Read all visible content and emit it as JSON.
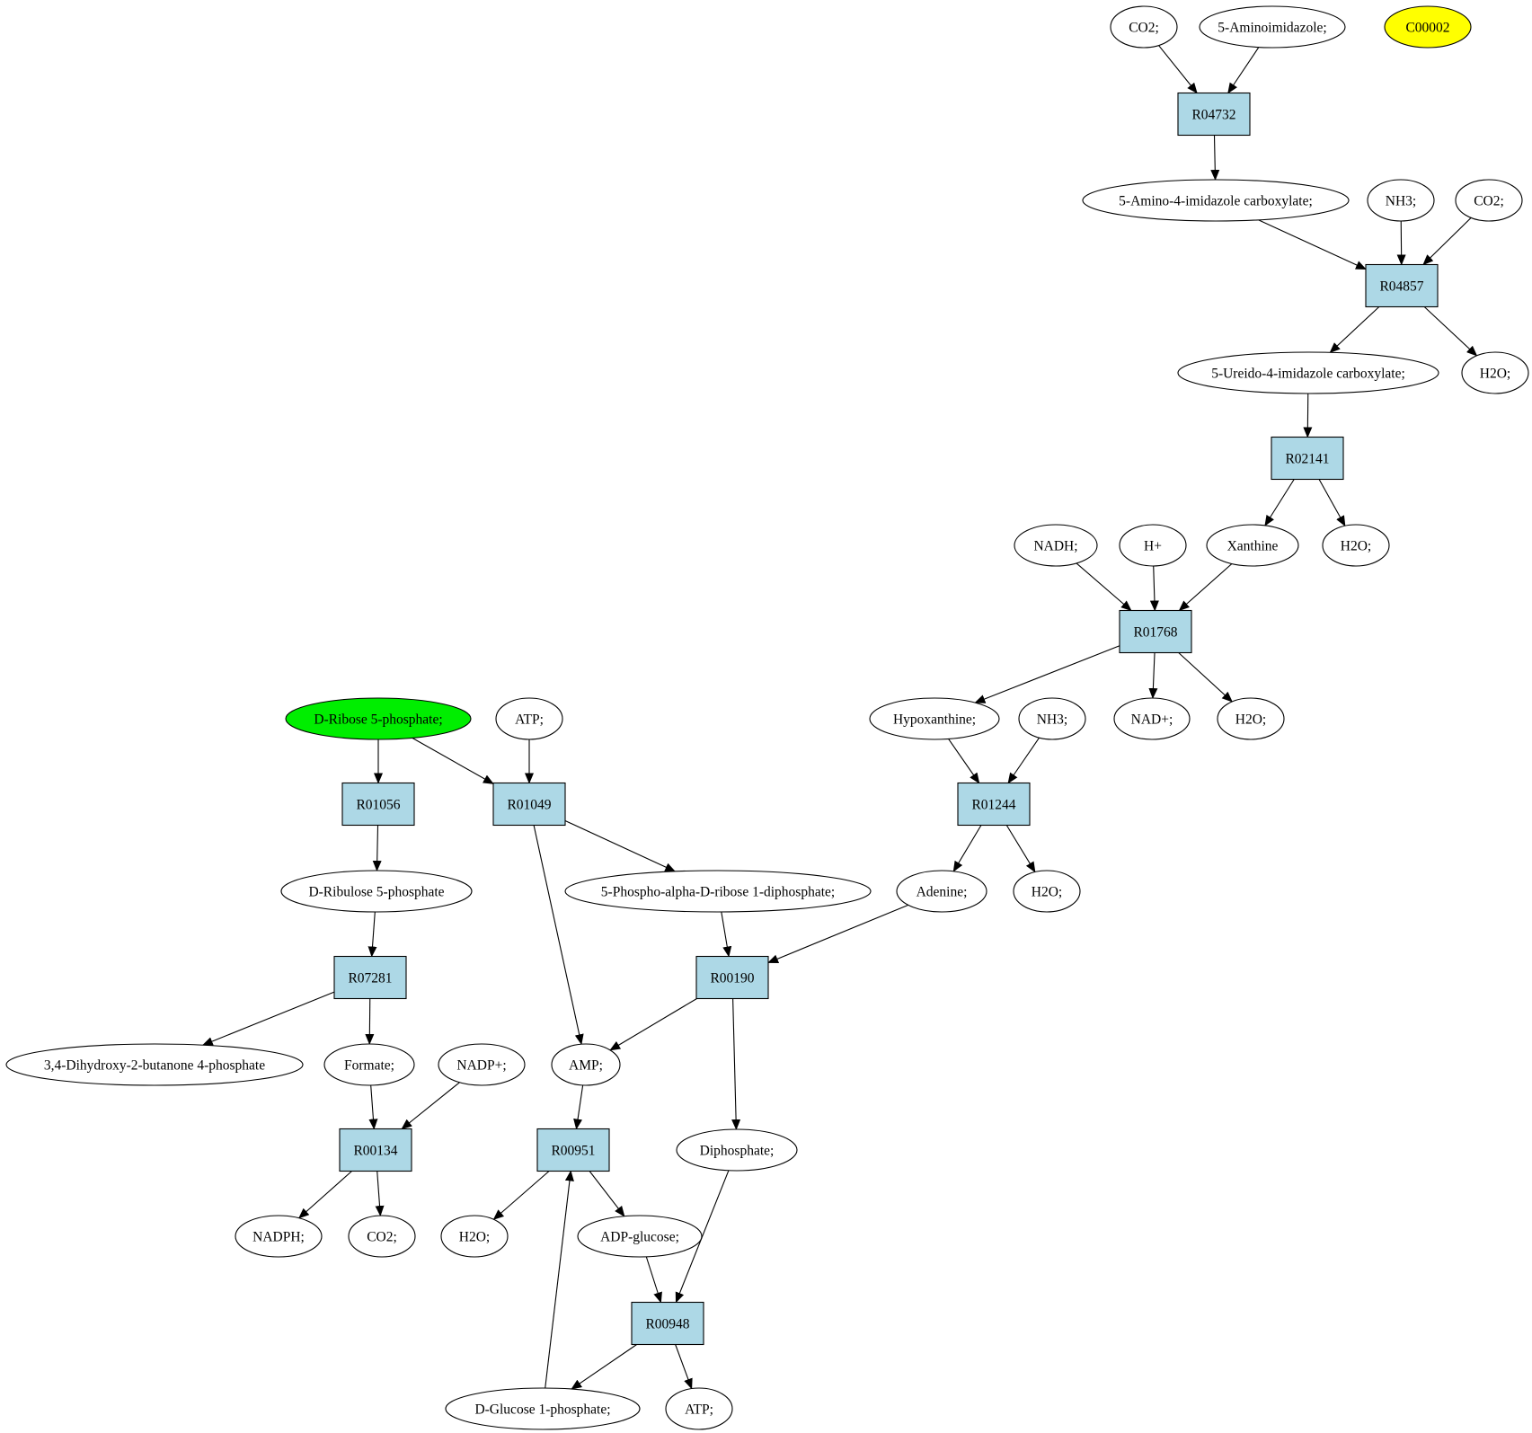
{
  "diagram": {
    "colors": {
      "reaction_fill": "#add8e6",
      "compound_fill": "#ffffff",
      "start_fill": "#00ee00",
      "target_fill": "#ffff00",
      "stroke": "#000000"
    },
    "nodes": [
      {
        "id": "co2_a",
        "label": "CO2;",
        "kind": "compound"
      },
      {
        "id": "aminoimidazole",
        "label": "5-Aminoimidazole;",
        "kind": "compound"
      },
      {
        "id": "c00002",
        "label": "C00002",
        "kind": "target"
      },
      {
        "id": "R04732",
        "label": "R04732",
        "kind": "reaction"
      },
      {
        "id": "aica",
        "label": "5-Amino-4-imidazole carboxylate;",
        "kind": "compound"
      },
      {
        "id": "nh3_a",
        "label": "NH3;",
        "kind": "compound"
      },
      {
        "id": "co2_b",
        "label": "CO2;",
        "kind": "compound"
      },
      {
        "id": "R04857",
        "label": "R04857",
        "kind": "reaction"
      },
      {
        "id": "uica",
        "label": "5-Ureido-4-imidazole carboxylate;",
        "kind": "compound"
      },
      {
        "id": "h2o_a",
        "label": "H2O;",
        "kind": "compound"
      },
      {
        "id": "R02141",
        "label": "R02141",
        "kind": "reaction"
      },
      {
        "id": "nadh",
        "label": "NADH;",
        "kind": "compound"
      },
      {
        "id": "hplus",
        "label": "H+",
        "kind": "compound"
      },
      {
        "id": "xanthine",
        "label": "Xanthine",
        "kind": "compound"
      },
      {
        "id": "h2o_b",
        "label": "H2O;",
        "kind": "compound"
      },
      {
        "id": "R01768",
        "label": "R01768",
        "kind": "reaction"
      },
      {
        "id": "ribose5p",
        "label": "D-Ribose 5-phosphate;",
        "kind": "start"
      },
      {
        "id": "atp_a",
        "label": "ATP;",
        "kind": "compound"
      },
      {
        "id": "hypoxanthine",
        "label": "Hypoxanthine;",
        "kind": "compound"
      },
      {
        "id": "nh3_b",
        "label": "NH3;",
        "kind": "compound"
      },
      {
        "id": "nadplus",
        "label": "NAD+;",
        "kind": "compound"
      },
      {
        "id": "h2o_c",
        "label": "H2O;",
        "kind": "compound"
      },
      {
        "id": "R01056",
        "label": "R01056",
        "kind": "reaction"
      },
      {
        "id": "R01049",
        "label": "R01049",
        "kind": "reaction"
      },
      {
        "id": "R01244",
        "label": "R01244",
        "kind": "reaction"
      },
      {
        "id": "ribulose5p",
        "label": "D-Ribulose 5-phosphate",
        "kind": "compound"
      },
      {
        "id": "prpp",
        "label": "5-Phospho-alpha-D-ribose 1-diphosphate;",
        "kind": "compound"
      },
      {
        "id": "adenine",
        "label": "Adenine;",
        "kind": "compound"
      },
      {
        "id": "h2o_d",
        "label": "H2O;",
        "kind": "compound"
      },
      {
        "id": "R07281",
        "label": "R07281",
        "kind": "reaction"
      },
      {
        "id": "R00190",
        "label": "R00190",
        "kind": "reaction"
      },
      {
        "id": "dhbp",
        "label": "3,4-Dihydroxy-2-butanone 4-phosphate",
        "kind": "compound"
      },
      {
        "id": "formate",
        "label": "Formate;",
        "kind": "compound"
      },
      {
        "id": "nadpplus",
        "label": "NADP+;",
        "kind": "compound"
      },
      {
        "id": "amp",
        "label": "AMP;",
        "kind": "compound"
      },
      {
        "id": "R00134",
        "label": "R00134",
        "kind": "reaction"
      },
      {
        "id": "R00951",
        "label": "R00951",
        "kind": "reaction"
      },
      {
        "id": "diphosphate",
        "label": "Diphosphate;",
        "kind": "compound"
      },
      {
        "id": "nadph",
        "label": "NADPH;",
        "kind": "compound"
      },
      {
        "id": "co2_c",
        "label": "CO2;",
        "kind": "compound"
      },
      {
        "id": "h2o_e",
        "label": "H2O;",
        "kind": "compound"
      },
      {
        "id": "adpglucose",
        "label": "ADP-glucose;",
        "kind": "compound"
      },
      {
        "id": "R00948",
        "label": "R00948",
        "kind": "reaction"
      },
      {
        "id": "glucose1p",
        "label": "D-Glucose 1-phosphate;",
        "kind": "compound"
      },
      {
        "id": "atp_b",
        "label": "ATP;",
        "kind": "compound"
      }
    ],
    "edges": [
      [
        "co2_a",
        "R04732"
      ],
      [
        "aminoimidazole",
        "R04732"
      ],
      [
        "R04732",
        "aica"
      ],
      [
        "aica",
        "R04857"
      ],
      [
        "nh3_a",
        "R04857"
      ],
      [
        "co2_b",
        "R04857"
      ],
      [
        "R04857",
        "uica"
      ],
      [
        "R04857",
        "h2o_a"
      ],
      [
        "uica",
        "R02141"
      ],
      [
        "R02141",
        "xanthine"
      ],
      [
        "R02141",
        "h2o_b"
      ],
      [
        "nadh",
        "R01768"
      ],
      [
        "hplus",
        "R01768"
      ],
      [
        "xanthine",
        "R01768"
      ],
      [
        "R01768",
        "hypoxanthine"
      ],
      [
        "R01768",
        "nadplus"
      ],
      [
        "R01768",
        "h2o_c"
      ],
      [
        "hypoxanthine",
        "R01244"
      ],
      [
        "nh3_b",
        "R01244"
      ],
      [
        "R01244",
        "adenine"
      ],
      [
        "R01244",
        "h2o_d"
      ],
      [
        "ribose5p",
        "R01056"
      ],
      [
        "ribose5p",
        "R01049"
      ],
      [
        "atp_a",
        "R01049"
      ],
      [
        "R01056",
        "ribulose5p"
      ],
      [
        "R01049",
        "prpp"
      ],
      [
        "R01049",
        "amp"
      ],
      [
        "ribulose5p",
        "R07281"
      ],
      [
        "R07281",
        "dhbp"
      ],
      [
        "R07281",
        "formate"
      ],
      [
        "prpp",
        "R00190"
      ],
      [
        "adenine",
        "R00190"
      ],
      [
        "R00190",
        "amp"
      ],
      [
        "R00190",
        "diphosphate"
      ],
      [
        "formate",
        "R00134"
      ],
      [
        "nadpplus",
        "R00134"
      ],
      [
        "R00134",
        "nadph"
      ],
      [
        "R00134",
        "co2_c"
      ],
      [
        "amp",
        "R00951"
      ],
      [
        "glucose1p",
        "R00951"
      ],
      [
        "R00951",
        "h2o_e"
      ],
      [
        "R00951",
        "adpglucose"
      ],
      [
        "adpglucose",
        "R00948"
      ],
      [
        "diphosphate",
        "R00948"
      ],
      [
        "R00948",
        "glucose1p"
      ],
      [
        "R00948",
        "atp_b"
      ]
    ]
  }
}
